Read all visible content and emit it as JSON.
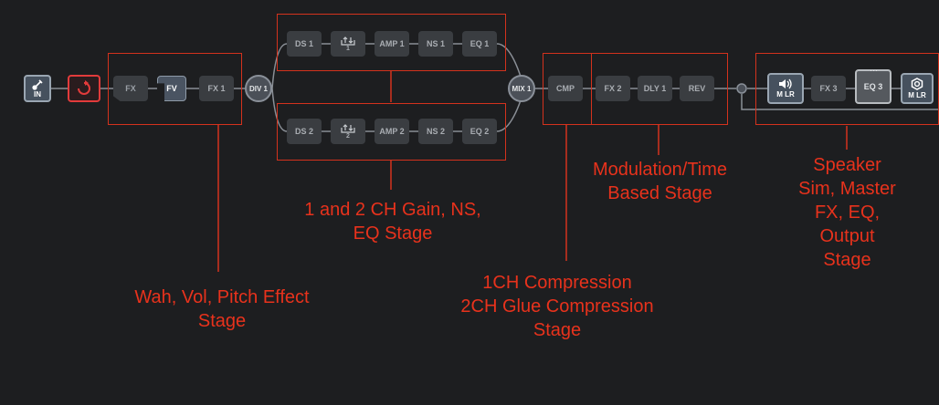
{
  "input": {
    "label": "IN"
  },
  "blocks": {
    "fx": "FX",
    "fv": "FV",
    "fx1": "FX 1",
    "div1": "DIV 1",
    "ds1": "DS 1",
    "split1": "1",
    "amp1": "AMP 1",
    "ns1": "NS 1",
    "eq1": "EQ 1",
    "ds2": "DS 2",
    "split2": "2",
    "amp2": "AMP 2",
    "ns2": "NS 2",
    "eq2": "EQ 2",
    "mix1": "MIX 1",
    "cmp": "CMP",
    "fx2": "FX 2",
    "dly1": "DLY 1",
    "rev": "REV",
    "out1": "M LR",
    "fx3": "FX 3",
    "eq3": "EQ 3",
    "out2": "M LR"
  },
  "annotations": {
    "wah": [
      "Wah, Vol, Pitch Effect",
      "Stage"
    ],
    "gain": [
      "1 and 2 CH Gain, NS,",
      "EQ Stage"
    ],
    "comp": [
      "1CH Compression",
      "2CH Glue Compression",
      "Stage"
    ],
    "mod": [
      "Modulation/Time",
      "Based Stage"
    ],
    "spk": [
      "Speaker",
      "Sim, Master",
      "FX, EQ,",
      "Output",
      "Stage"
    ]
  },
  "colors": {
    "background": "#1d1e20",
    "annotation": "#e8321c",
    "block": "#3a3d41",
    "line": "#8a8f96"
  }
}
